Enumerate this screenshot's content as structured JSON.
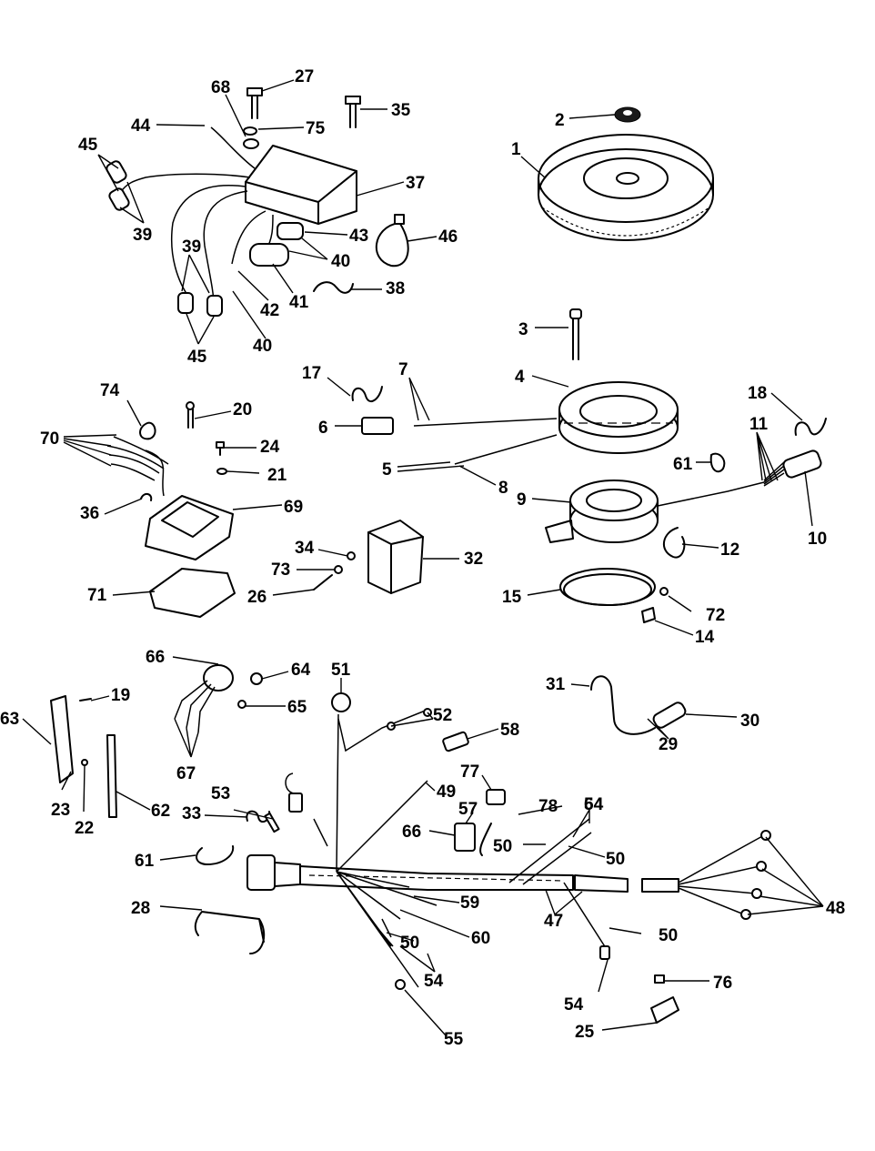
{
  "diagram": {
    "callouts": [
      "1",
      "2",
      "3",
      "4",
      "5",
      "6",
      "7",
      "8",
      "9",
      "10",
      "11",
      "12",
      "14",
      "15",
      "17",
      "18",
      "19",
      "20",
      "21",
      "22",
      "23",
      "24",
      "25",
      "26",
      "27",
      "28",
      "29",
      "30",
      "31",
      "32",
      "33",
      "34",
      "35",
      "36",
      "37",
      "38",
      "39",
      "40",
      "41",
      "42",
      "43",
      "44",
      "45",
      "46",
      "47",
      "48",
      "49",
      "50",
      "51",
      "52",
      "53",
      "54",
      "55",
      "57",
      "58",
      "59",
      "60",
      "61",
      "62",
      "63",
      "64",
      "65",
      "66",
      "67",
      "68",
      "69",
      "70",
      "71",
      "72",
      "73",
      "74",
      "75",
      "76",
      "77",
      "78"
    ]
  }
}
